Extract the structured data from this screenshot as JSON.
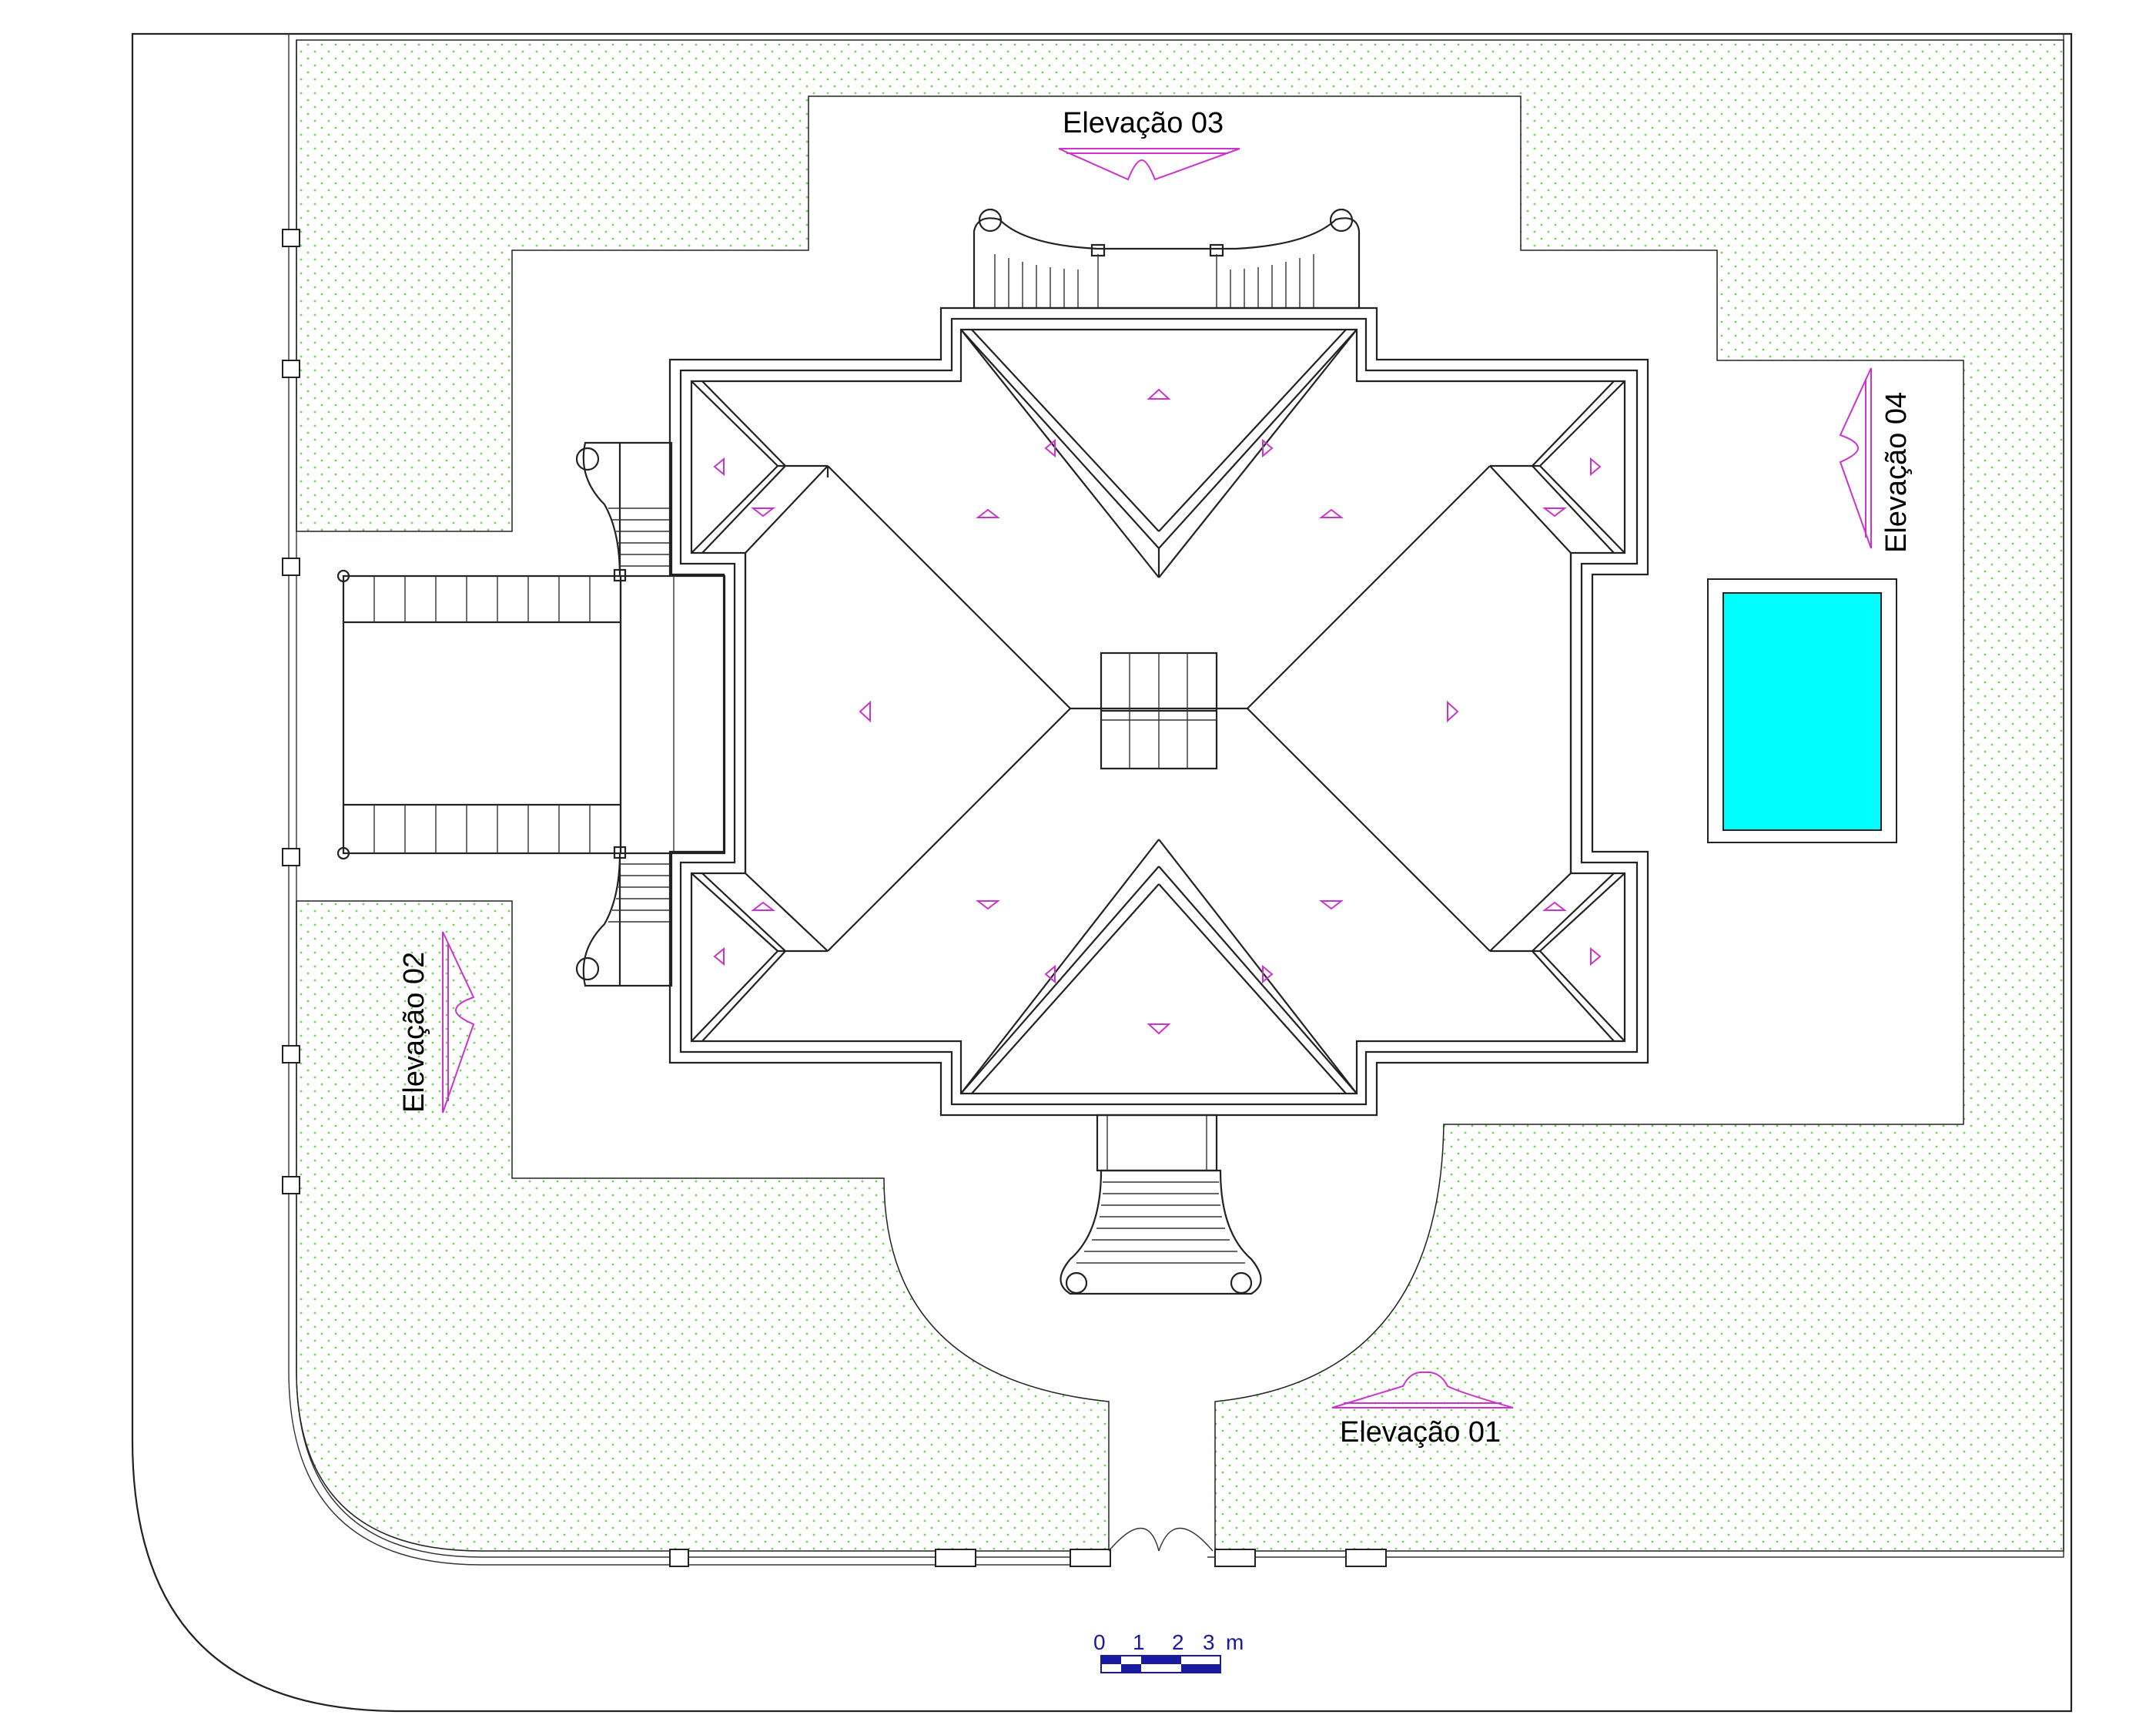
{
  "drawing": {
    "elevation_labels": {
      "e01": "Elevação 01",
      "e02": "Elevação 02",
      "e03": "Elevação 03",
      "e04": "Elevação 04"
    },
    "scale_bar": {
      "ticks": [
        "0",
        "1",
        "2",
        "3"
      ],
      "unit": "m"
    }
  },
  "colors": {
    "line": "#222222",
    "lawn_dots": "#66dd44",
    "pool": "#00ffff",
    "markers": "#cc33cc",
    "scale": "#1a1aa0"
  }
}
